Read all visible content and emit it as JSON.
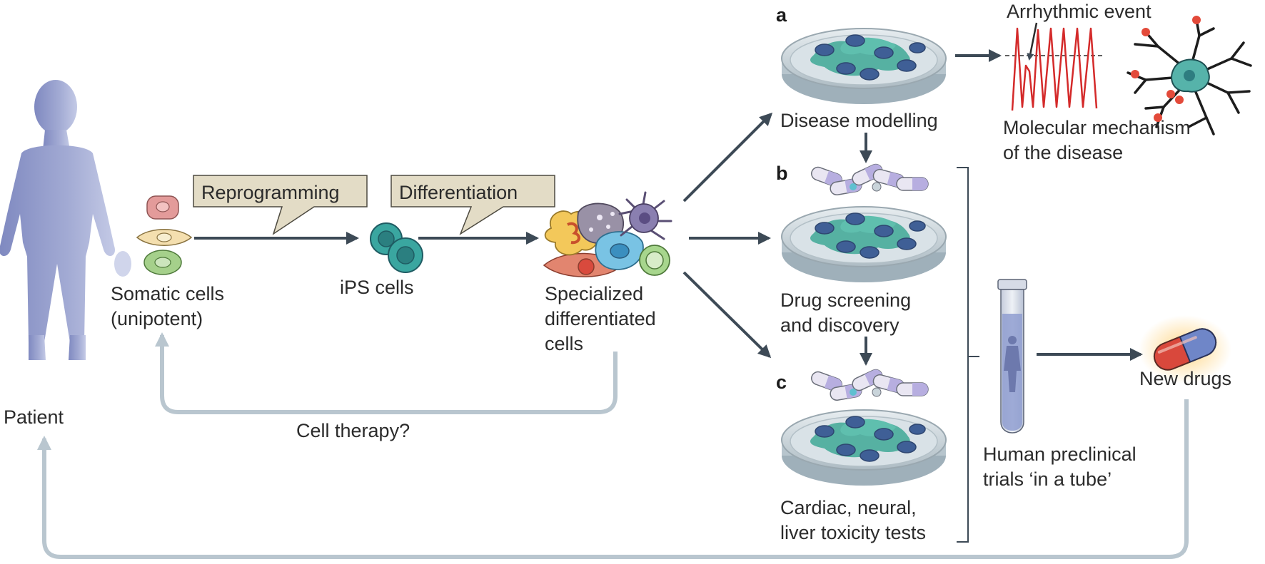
{
  "labels": {
    "patient": "Patient",
    "somatic_line1": "Somatic cells",
    "somatic_line2": "(unipotent)",
    "reprogramming": "Reprogramming",
    "ips_cells": "iPS cells",
    "differentiation": "Differentiation",
    "specialized_line1": "Specialized",
    "specialized_line2": "differentiated",
    "specialized_line3": "cells",
    "cell_therapy": "Cell therapy?",
    "panel_a": "a",
    "panel_b": "b",
    "panel_c": "c",
    "disease_modelling": "Disease modelling",
    "arrhythmic_event": "Arrhythmic event",
    "molecular_line1": "Molecular mechanism",
    "molecular_line2": "of the disease",
    "drug_screening_line1": "Drug screening",
    "drug_screening_line2": "and discovery",
    "toxicity_line1": "Cardiac, neural,",
    "toxicity_line2": "liver toxicity tests",
    "preclinical_line1": "Human preclinical",
    "preclinical_line2": "trials ‘in a tube’",
    "new_drugs": "New drugs"
  },
  "colors": {
    "arrow_dark": "#3d4a56",
    "arrow_light": "#b9c6cf",
    "patient": "#8f98c7",
    "callout_fill": "#e3dcc6",
    "dish": "#c9d4da",
    "cell_green": "#4fae9e",
    "nucleus": "#3f5f96",
    "trace_red": "#d42a2a",
    "neuron_teal": "#56b3aa"
  }
}
